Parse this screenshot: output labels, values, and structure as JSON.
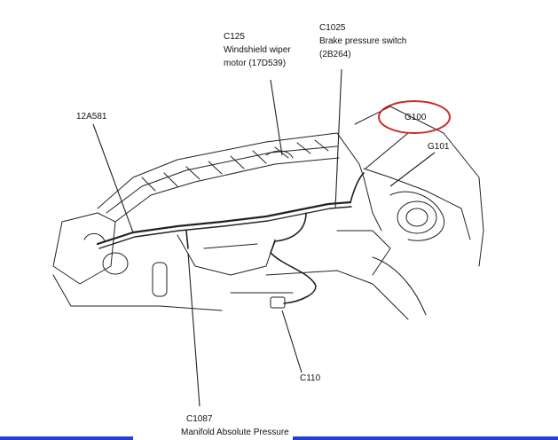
{
  "labels": {
    "c125_id": "C125",
    "c125_desc1": "Windshield wiper",
    "c125_desc2": "motor (17D539)",
    "c1025_id": "C1025",
    "c1025_desc1": "Brake pressure switch",
    "c1025_desc2": "(2B264)",
    "harness": "12A581",
    "g100": "G100",
    "g101": "G101",
    "c110": "C110",
    "c1087_id": "C1087",
    "c1087_desc": "Manifold Absolute Pressure"
  },
  "colors": {
    "line": "#222222",
    "highlight_ellipse": "#cc2a2a",
    "bottom_bar": "#1f3fe0"
  }
}
